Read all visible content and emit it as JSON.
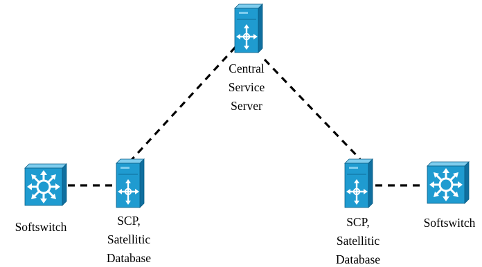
{
  "colors": {
    "device_front": "#1f9bd0",
    "device_side": "#0f6f9f",
    "device_top": "#7fcdee",
    "icon_white": "#ffffff",
    "link": "#000000"
  },
  "nodes": {
    "central": {
      "icon": "server-router-icon",
      "label_lines": [
        "Central",
        "Service",
        "Server"
      ]
    },
    "scp_left": {
      "icon": "server-router-icon",
      "label_lines": [
        "SCP,",
        "Satellitic",
        "Database"
      ]
    },
    "scp_right": {
      "icon": "server-router-icon",
      "label_lines": [
        "SCP,",
        "Satellitic",
        "Database"
      ]
    },
    "softswitch_left": {
      "icon": "multilayer-switch-icon",
      "label": "Softswitch"
    },
    "softswitch_right": {
      "icon": "multilayer-switch-icon",
      "label": "Softswitch"
    }
  },
  "links": [
    {
      "from": "central",
      "to": "scp_left",
      "style": "dashed"
    },
    {
      "from": "central",
      "to": "scp_right",
      "style": "dashed"
    },
    {
      "from": "softswitch_left",
      "to": "scp_left",
      "style": "dashed"
    },
    {
      "from": "scp_right",
      "to": "softswitch_right",
      "style": "dashed"
    }
  ]
}
